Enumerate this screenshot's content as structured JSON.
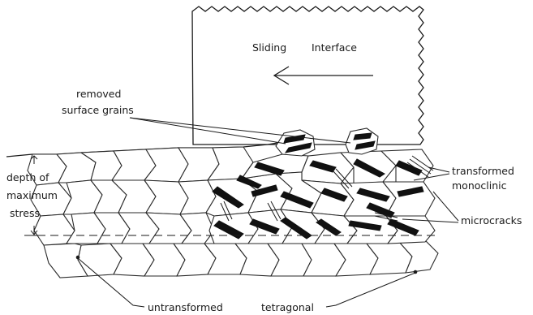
{
  "labels": {
    "sliding": "Sliding",
    "interface": "Interface",
    "removed": "removed",
    "surface_grains": "surface grains",
    "depth_of": "depth of",
    "maximum": "maximum",
    "stress": "stress",
    "transformed": "transformed",
    "monoclinic": "monoclinic",
    "microcracks": "microcracks",
    "untransformed": "untransformed",
    "tetragonal": "tetragonal"
  }
}
